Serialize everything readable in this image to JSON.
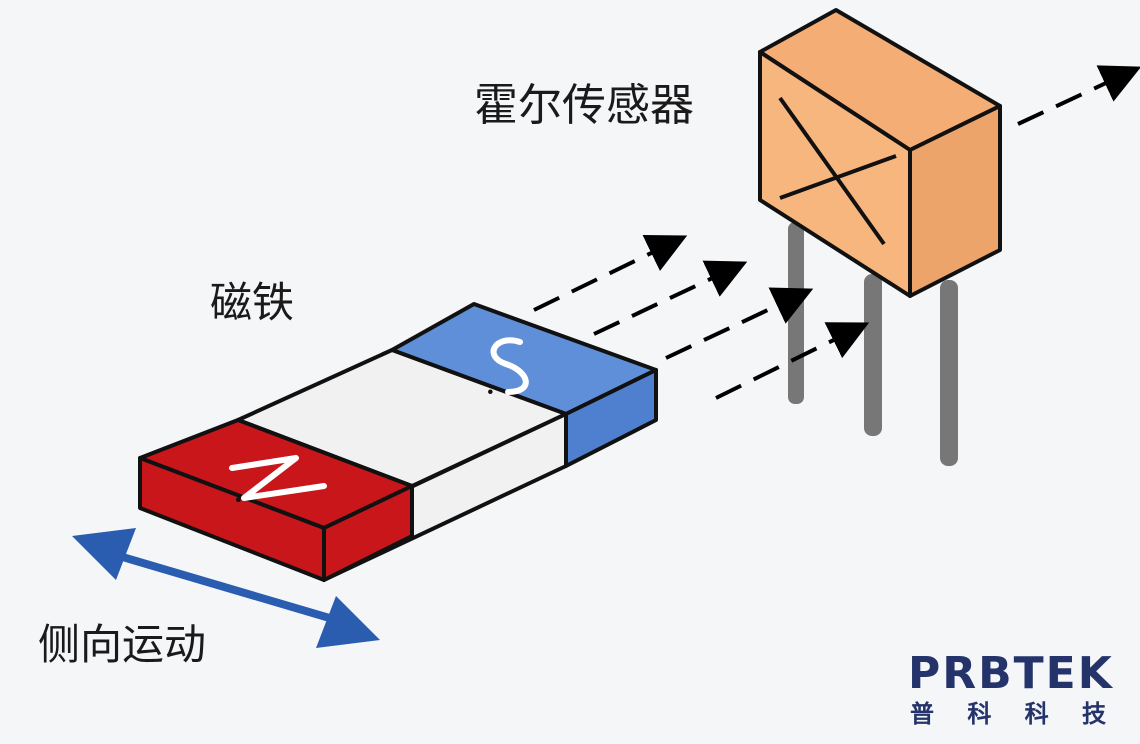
{
  "labels": {
    "hall_sensor": "霍尔传感器",
    "magnet": "磁铁",
    "lateral_motion": "侧向运动"
  },
  "magnet": {
    "north_pole": "N",
    "south_pole": "S"
  },
  "logo": {
    "brand": "PRBTEK",
    "subtitle_chars": [
      "普",
      "科",
      "科",
      "技"
    ]
  },
  "colors": {
    "north_red": "#c8161a",
    "north_red_dark": "#a11216",
    "south_blue": "#5f8fd8",
    "south_blue_dark": "#4a78c2",
    "magnet_white": "#f1f1f1",
    "sensor_orange": "#f6b67e",
    "sensor_orange_dark": "#eba36a",
    "motion_arrow_blue": "#2a5cb0",
    "pin_gray": "#777777",
    "logo_navy": "#25336b",
    "logo_green": "#37b34a"
  }
}
